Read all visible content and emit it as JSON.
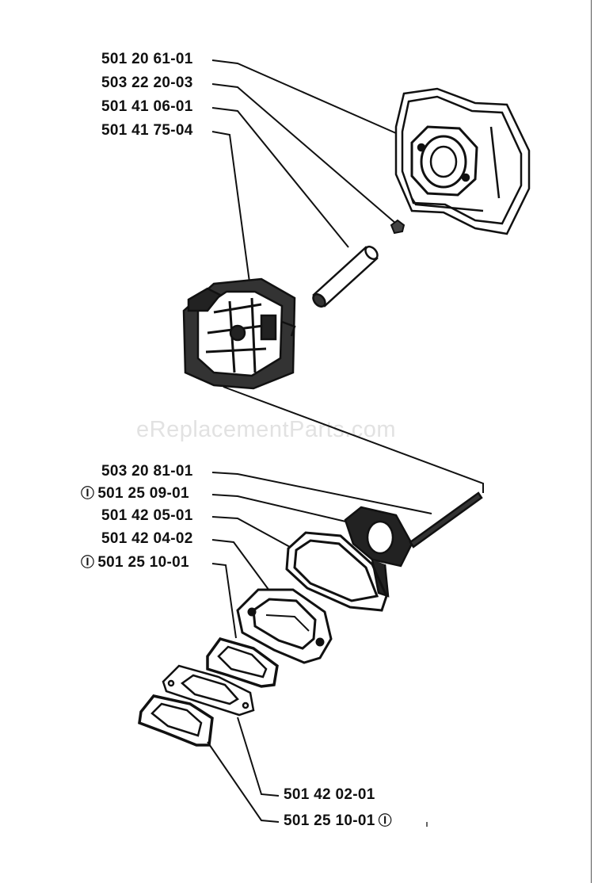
{
  "watermark": "eReplacementParts.com",
  "marker_symbol": "Ⓘ",
  "parts": [
    {
      "id": "p1",
      "number": "501 20 61-01",
      "marker": false
    },
    {
      "id": "p2",
      "number": "503 22 20-03",
      "marker": false
    },
    {
      "id": "p3",
      "number": "501 41 06-01",
      "marker": false
    },
    {
      "id": "p4",
      "number": "501 41 75-04",
      "marker": false
    },
    {
      "id": "p5",
      "number": "503 20 81-01",
      "marker": false
    },
    {
      "id": "p6",
      "number": "501 25 09-01",
      "marker": true
    },
    {
      "id": "p7",
      "number": "501 42 05-01",
      "marker": false
    },
    {
      "id": "p8",
      "number": "501 42 04-02",
      "marker": false
    },
    {
      "id": "p9",
      "number": "501 25 10-01",
      "marker": true
    },
    {
      "id": "p10",
      "number": "501 42 02-01",
      "marker": false
    },
    {
      "id": "p11",
      "number": "501 25 10-01",
      "marker": true
    }
  ]
}
